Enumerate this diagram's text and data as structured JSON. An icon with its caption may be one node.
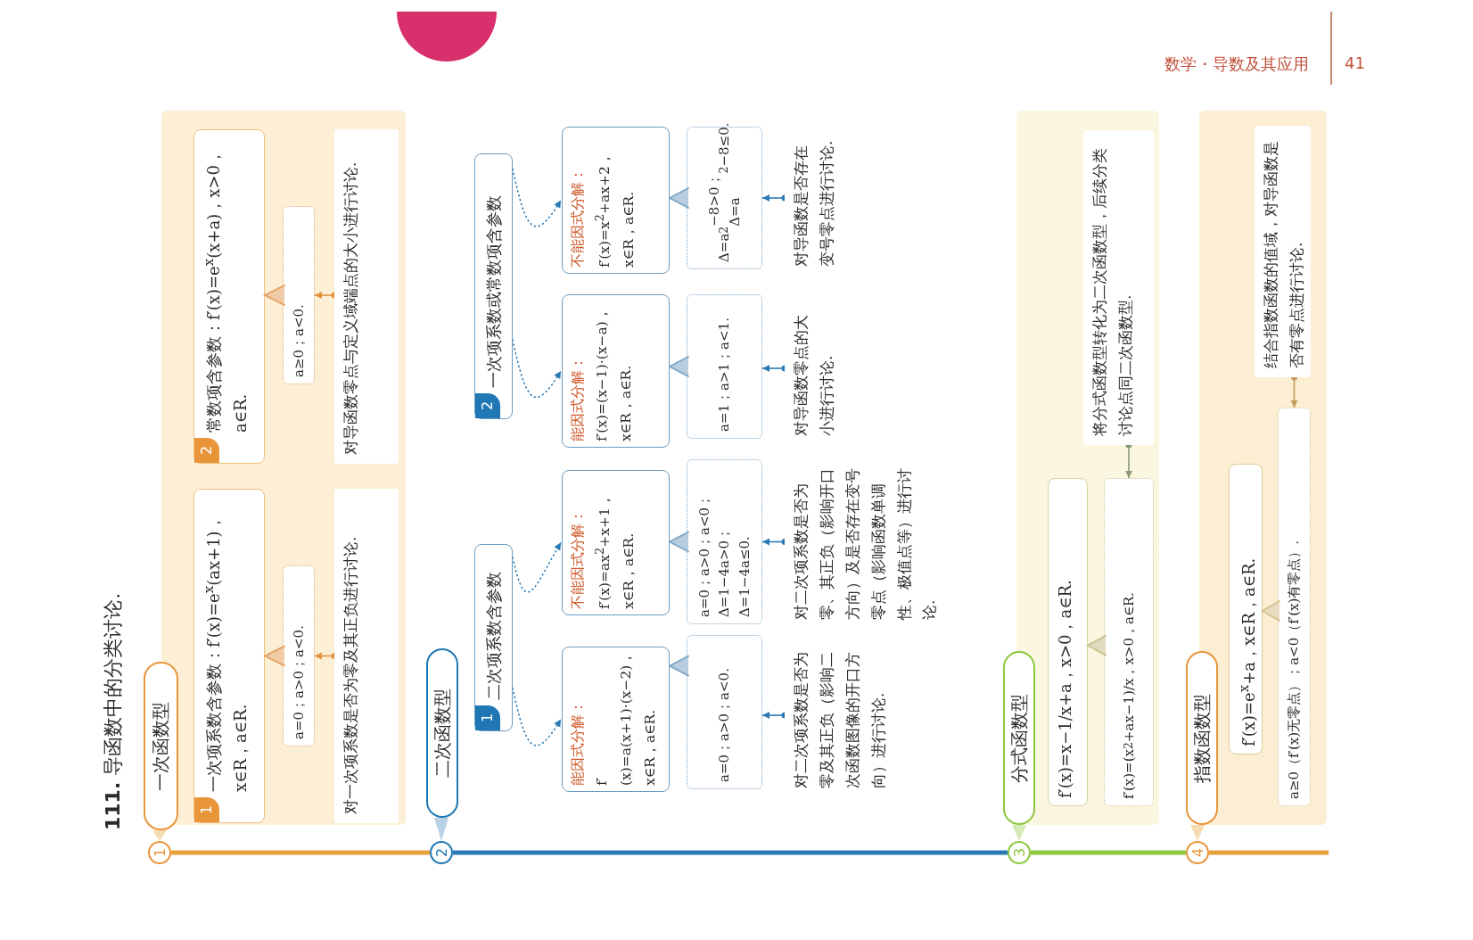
{
  "diagram": {
    "title": "**111.** 导函数中的分类讨论.",
    "nodes": [
      {
        "text": [
          "1"
        ]
      },
      {
        "text": [
          "一次函数型"
        ]
      },
      {
        "text": [
          "一次项系数含参数：f′(x)=e$^{x}$(ax+1)，x∈R，a∈R."
        ]
      },
      {
        "text": [
          "1"
        ],
        "in": 2
      },
      {
        "text": [
          "a=0；a>0；a<0."
        ]
      },
      {
        "text": [
          "对一次项系数是否为零及其正负进行讨论."
        ]
      },
      {
        "text": [
          "常数项含参数：f′(x)=e$^{x}$(x+a)，x>0，a∈R."
        ]
      },
      {
        "text": [
          "2"
        ],
        "in": 6
      },
      {
        "text": [
          "a≥0；a<0."
        ]
      },
      {
        "text": [
          "对导函数零点与定义域端点的大小进行讨论."
        ]
      },
      {
        "text": [
          "2"
        ]
      },
      {
        "text": [
          "二次函数型"
        ]
      },
      {
        "text": [
          "二次项系数含参数"
        ]
      },
      {
        "text": [
          "1"
        ],
        "in": 12
      },
      {
        "text": [
          "能因式分解：",
          "f′(x)=a(x+1)·(x−2)，x∈R，a∈R."
        ]
      },
      {
        "text": [
          "a=0；a>0；a<0."
        ]
      },
      {
        "text": [
          "对二次项系数是否为零及其正负（影响二次函数图像的开口方向）进行讨论."
        ]
      },
      {
        "text": [
          "不能因式分解：",
          "f′(x)=ax$^{2}$+x+1，x∈R，a∈R."
        ]
      },
      {
        "text": [
          "a=0；a>0；a<0；Δ=1−4a>0；Δ=1−4a≤0."
        ]
      },
      {
        "text": [
          "对二次项系数是否为零、其正负（影响开口方向）及是否存在变号零点（影响函数单调性、极值点等）进行讨论."
        ]
      },
      {
        "text": [
          "一次项系数或常数项含参数"
        ]
      },
      {
        "text": [
          "2"
        ],
        "in": 20
      },
      {
        "text": [
          "能因式分解：",
          "f′(x)=(x−1)·(x−a)，x∈R，a∈R."
        ]
      },
      {
        "text": [
          "a=1；a>1；a<1."
        ]
      },
      {
        "text": [
          "对导函数零点的大小进行讨论."
        ]
      },
      {
        "text": [
          "不能因式分解：",
          "f′(x)=x$^{2}$+ax+2，x∈R，a∈R."
        ]
      },
      {
        "text": [
          "Δ=a$^{2}$−8>0；Δ=a$^{2}$−8≤0."
        ]
      },
      {
        "text": [
          "对导函数是否存在变号零点进行讨论."
        ]
      },
      {
        "text": [
          "3"
        ]
      },
      {
        "text": [
          "分式函数型"
        ]
      },
      {
        "text": [
          "f′(x)=x−1/x+a，x>0，a∈R."
        ]
      },
      {
        "text": [
          "f′(x)=(x$^{2}$+ax−1)/x，x>0，a∈R."
        ]
      },
      {
        "text": [
          "将分式函数型转化为二次函数型，后续分类讨论点同二次函数型."
        ]
      },
      {
        "text": [
          "4"
        ]
      },
      {
        "text": [
          "指数函数型"
        ]
      },
      {
        "text": [
          "f′(x)=e$^{x}$+a，x∈R，a∈R."
        ]
      },
      {
        "text": [
          "a≥0（f′(x)无零点）；a<0（f′(x)有零点）."
        ]
      },
      {
        "text": [
          "结合指数函数的值域，对导函数是否有零点进行讨论."
        ]
      },
      {
        "text": [],
        "shape": "circle"
      }
    ],
    "edges": [
      {
        "from": 5,
        "to": 4,
        "arrow": "to",
        "color": "#e3913c"
      },
      {
        "from": 9,
        "to": 8,
        "arrow": "to",
        "color": "#e3913c"
      },
      {
        "from": 12,
        "to": 14,
        "arrow": "to",
        "style": "dashed"
      },
      {
        "from": 12,
        "to": 17,
        "arrow": "to",
        "style": "dashed"
      },
      {
        "from": 20,
        "to": 22,
        "arrow": "to",
        "style": "dashed"
      },
      {
        "from": 20,
        "to": 25,
        "arrow": "to",
        "style": "dashed"
      },
      {
        "from": 16,
        "to": 15,
        "arrow": "to"
      },
      {
        "from": 19,
        "to": 18,
        "arrow": "to"
      },
      {
        "from": 24,
        "to": 23,
        "arrow": "to"
      },
      {
        "from": 27,
        "to": 26,
        "arrow": "to"
      },
      {
        "from": 32,
        "to": 31,
        "arrow": "to",
        "color": "#8a9a78"
      },
      {
        "from": 37,
        "to": 36,
        "arrow": "to",
        "color": "#c99a5e"
      },
      {
        "from": 0,
        "to": 10,
        "arrow": "none",
        "style": "thick",
        "color": "#e8a13a"
      },
      {
        "from": 10,
        "to": 28,
        "arrow": "none",
        "style": "thick"
      },
      {
        "from": 28,
        "to": 33,
        "arrow": "none",
        "style": "thick",
        "color": "#8dc63f"
      },
      {
        "from": 33,
        "to": null,
        "arrow": "none",
        "style": "thick",
        "color": "#e8a13a"
      },
      {
        "from": 1,
        "to": 0,
        "arrow": "to",
        "color": "#f6dcb4"
      },
      {
        "from": 11,
        "to": 10,
        "arrow": "to",
        "color": "#b9d3e6"
      },
      {
        "from": 29,
        "to": 28,
        "arrow": "to",
        "color": "#d6e9b8"
      },
      {
        "from": 34,
        "to": 33,
        "arrow": "to",
        "color": "#f6dcb4"
      },
      {
        "from": 4,
        "to": 2,
        "arrow": "to",
        "style": "dashed",
        "color": "#e3a060"
      },
      {
        "from": 8,
        "to": 6,
        "arrow": "to",
        "style": "dashed",
        "color": "#e3a060"
      },
      {
        "from": 15,
        "to": 14,
        "arrow": "to",
        "style": "dashed",
        "color": "#7ea6c6"
      },
      {
        "from": 18,
        "to": 17,
        "arrow": "to",
        "style": "dashed",
        "color": "#7ea6c6"
      },
      {
        "from": 23,
        "to": 22,
        "arrow": "to",
        "style": "dashed",
        "color": "#7ea6c6"
      },
      {
        "from": 26,
        "to": 25,
        "arrow": "to",
        "style": "dashed",
        "color": "#7ea6c6"
      },
      {
        "from": 31,
        "to": 30,
        "arrow": "to",
        "style": "dashed",
        "color": "#c9c08e"
      },
      {
        "from": 36,
        "to": 35,
        "arrow": "to",
        "style": "dashed",
        "color": "#d4c08e"
      }
    ],
    "labels": [
      "数学・导数及其应用",
      "41"
    ]
  }
}
